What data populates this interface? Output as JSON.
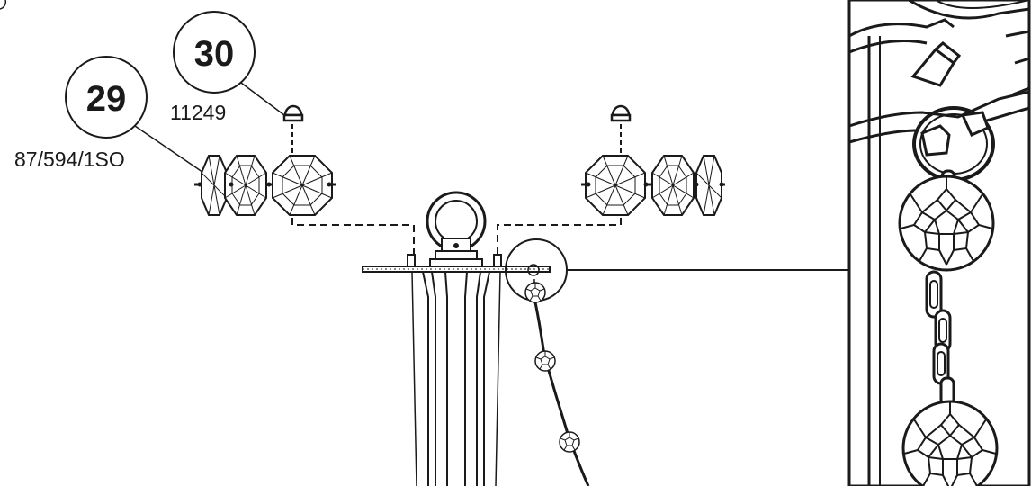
{
  "callouts": [
    {
      "number": "29",
      "code": "87/594/1SO"
    },
    {
      "number": "30",
      "code": "11249"
    }
  ],
  "colors": {
    "ink": "#1a1a1a",
    "background": "#ffffff"
  }
}
